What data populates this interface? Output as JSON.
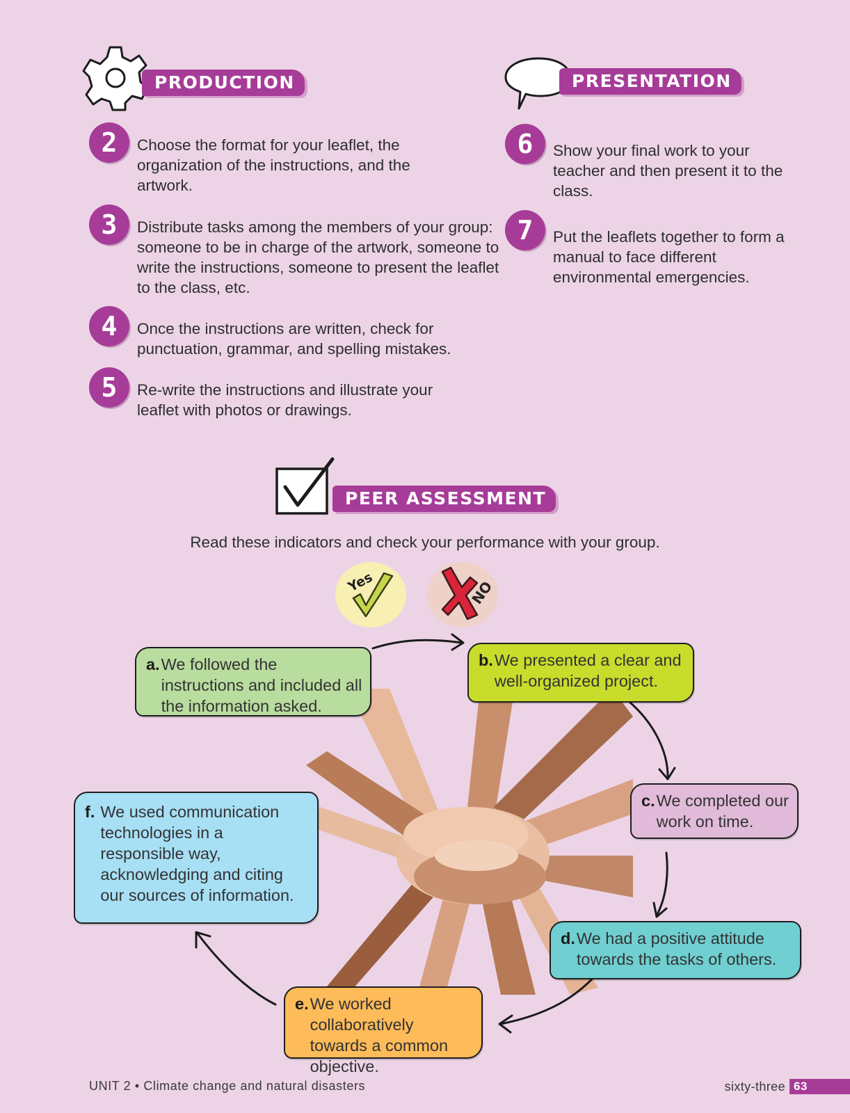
{
  "production": {
    "title": "PRODUCTION",
    "steps": [
      {
        "num": "2",
        "text": "Choose the format for your leaflet, the organization of the instructions, and the artwork."
      },
      {
        "num": "3",
        "text": "Distribute tasks among the members of your group: someone to be in charge of the artwork, someone to write the instructions, someone to present the leaflet to the class, etc."
      },
      {
        "num": "4",
        "text": "Once the instructions are written, check for punctuation, grammar, and spelling mistakes."
      },
      {
        "num": "5",
        "text": "Re-write the instructions and illustrate your leaflet with photos or drawings."
      }
    ]
  },
  "presentation": {
    "title": "PRESENTATION",
    "steps": [
      {
        "num": "6",
        "text": "Show your final work to your teacher and then present it to the class."
      },
      {
        "num": "7",
        "text": "Put the leaflets together to form a manual to face different environmental emergencies."
      }
    ]
  },
  "peer_assessment": {
    "title": "PEER ASSESSMENT",
    "intro": "Read these indicators and check your performance with your group.",
    "yes_label": "Yes",
    "no_label": "NO",
    "indicators": [
      {
        "letter": "a.",
        "text": "We followed the instructions and included all the information asked.",
        "color": "#b9dc9f"
      },
      {
        "letter": "b.",
        "text": "We presented a clear and well-organized project.",
        "color": "#c8dc2b"
      },
      {
        "letter": "c.",
        "text": "We completed our work on time.",
        "color": "#e1bbd9"
      },
      {
        "letter": "d.",
        "text": "We had a positive attitude towards the tasks of others.",
        "color": "#6fcfd1"
      },
      {
        "letter": "e.",
        "text": "We worked collaboratively towards a common objective.",
        "color": "#fdbb59"
      },
      {
        "letter": "f.",
        "text": "We used communication technologies in a responsible way, acknowledging and citing our sources of information.",
        "color": "#a7dff5"
      }
    ]
  },
  "footer": {
    "unit": "UNIT 2 • Climate change and natural disasters",
    "page_words": "sixty-three",
    "page_number": "63"
  },
  "colors": {
    "accent": "#a63c98",
    "background": "#ecd4e6"
  }
}
